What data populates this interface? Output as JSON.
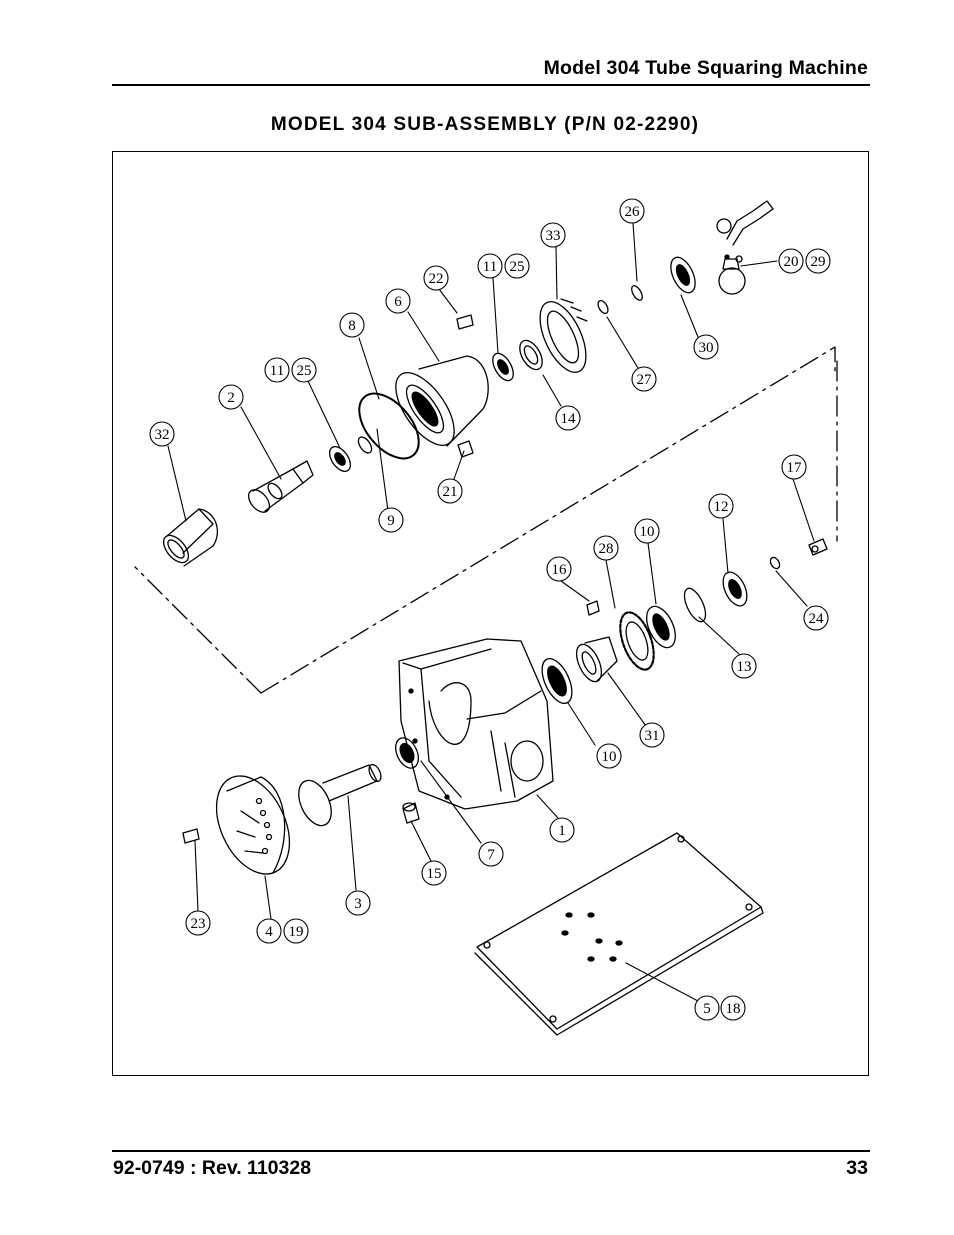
{
  "header": {
    "title": "Model 304 Tube Squaring Machine"
  },
  "figure": {
    "title": "MODEL 304 SUB-ASSEMBLY (P/N 02-2290)"
  },
  "callouts": [
    "1",
    "2",
    "3",
    "4",
    "5",
    "6",
    "7",
    "8",
    "9",
    "10",
    "10",
    "11",
    "11",
    "12",
    "13",
    "14",
    "15",
    "16",
    "17",
    "18",
    "19",
    "20",
    "21",
    "22",
    "23",
    "24",
    "25",
    "25",
    "26",
    "27",
    "28",
    "29",
    "30",
    "31",
    "32",
    "33"
  ],
  "footer": {
    "doc_number": "92-0749 : Rev. 110328",
    "page_number": "33"
  }
}
